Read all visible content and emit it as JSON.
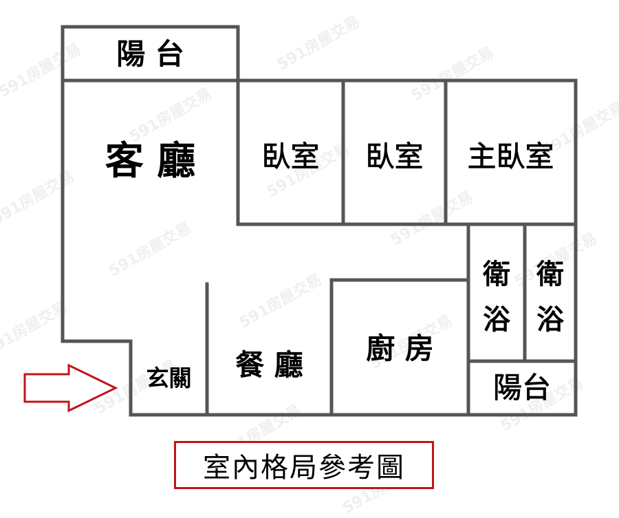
{
  "diagram": {
    "type": "floor-plan",
    "wall_color": "#555555",
    "arrow_color": "#c0141c",
    "title_border_color": "#c0141c",
    "rooms": {
      "balcony_top": "陽 台",
      "living_room": "客 廳",
      "bedroom_1": "臥室",
      "bedroom_2": "臥室",
      "master_bedroom": "主臥室",
      "bathroom_1": "衛浴",
      "bathroom_2": "衛浴",
      "kitchen": "廚 房",
      "dining_room": "餐 廳",
      "entrance": "玄關",
      "balcony_bottom": "陽台"
    },
    "bathroom_1_chars": [
      "衛",
      "浴"
    ],
    "bathroom_2_chars": [
      "衛",
      "浴"
    ],
    "entrance_arrow": "entrance-arrow",
    "title": "室內格局參考圖",
    "watermark": "591房屋交易"
  }
}
